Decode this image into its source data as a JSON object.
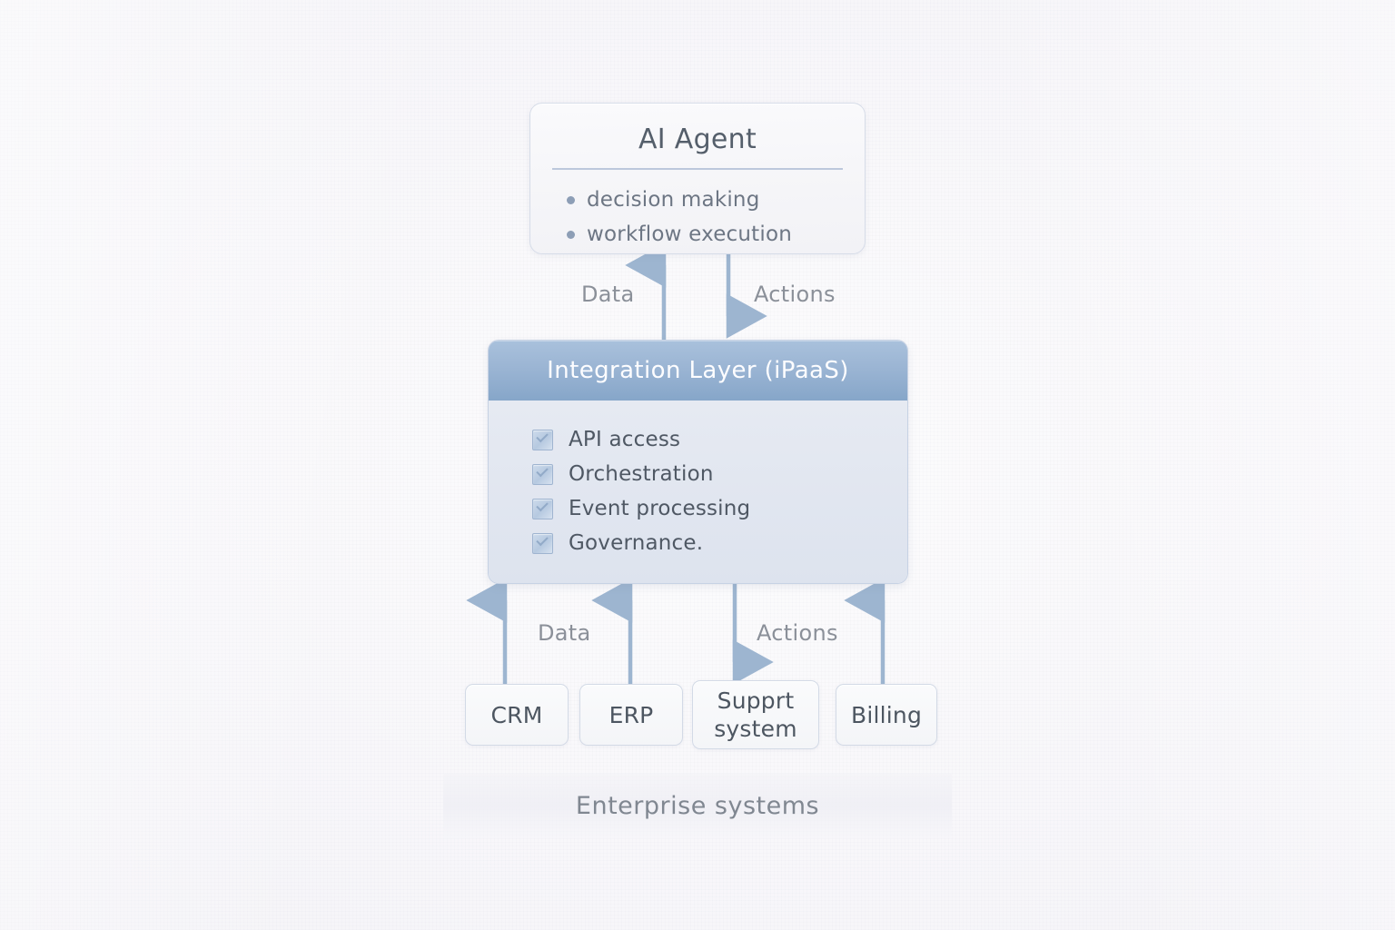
{
  "diagram": {
    "agent": {
      "title": "AI Agent",
      "bullets": [
        "decision making",
        "workflow execution"
      ]
    },
    "integration": {
      "title": "Integration Layer (iPaaS)",
      "features": [
        "API access",
        "Orchestration",
        "Event processing",
        "Governance."
      ]
    },
    "systems": [
      {
        "label": "CRM",
        "flow": "data"
      },
      {
        "label": "ERP",
        "flow": "data"
      },
      {
        "label": "Supprt system",
        "line1": "Supprt",
        "line2": "system",
        "flow": "actions"
      },
      {
        "label": "Billing",
        "flow": "data"
      }
    ],
    "footer": {
      "label": "Enterprise systems"
    },
    "flows": {
      "upper_data": "Data",
      "upper_actions": "Actions",
      "lower_data": "Data",
      "lower_actions": "Actions"
    },
    "colors": {
      "background": "#f8f7fa",
      "header_blue": "#9ab4d3",
      "panel_blue": "#e1e6f0",
      "arrow_blue": "#9db5d0",
      "title_text": "#555f6b",
      "body_text": "#4f5864",
      "muted_text": "#8b9099",
      "card_border": "#d6dce8"
    }
  }
}
